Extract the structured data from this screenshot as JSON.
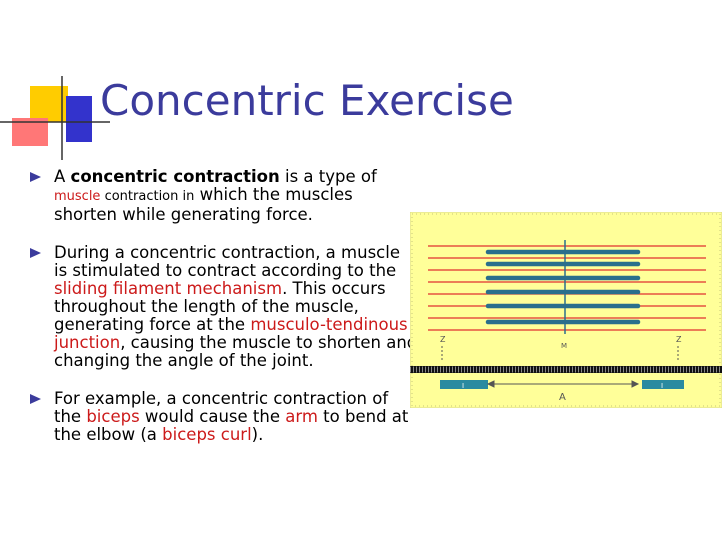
{
  "slide": {
    "title": "Concentric Exercise",
    "colors": {
      "title": "#3b3b9c",
      "link": "#cc1a1a",
      "bullet": "#3b3b9c",
      "diagram_bg": "#ffff99",
      "filament_red": "#e03030",
      "filament_blue": "#2a6f8c"
    }
  },
  "bullets": {
    "b1": {
      "pre": "A ",
      "bold": "concentric contraction",
      "mid": " is a type of ",
      "link1": "muscle",
      "mid2": " contraction in",
      "post": " which the muscles shorten while generating force."
    },
    "b2": {
      "pre": "During a concentric contraction, a muscle is stimulated to contract according to the ",
      "link1": "sliding filament mechanism",
      "mid": ". This occurs throughout the length of the muscle, generating force at the ",
      "link2": "musculo-tendinous junction",
      "post": ", causing the muscle to shorten and changing the angle of the joint."
    },
    "b3": {
      "pre": "For example, a concentric contraction of the ",
      "link1": "biceps",
      "mid": " would cause the ",
      "link2": "arm",
      "mid2": " to bend at the elbow (a ",
      "link3": "biceps curl",
      "post": ")."
    }
  },
  "diagram": {
    "label_m": "M",
    "label_z_left": "Z",
    "label_z_right": "Z",
    "label_i_left": "I",
    "label_i_right": "I",
    "label_a": "A"
  }
}
